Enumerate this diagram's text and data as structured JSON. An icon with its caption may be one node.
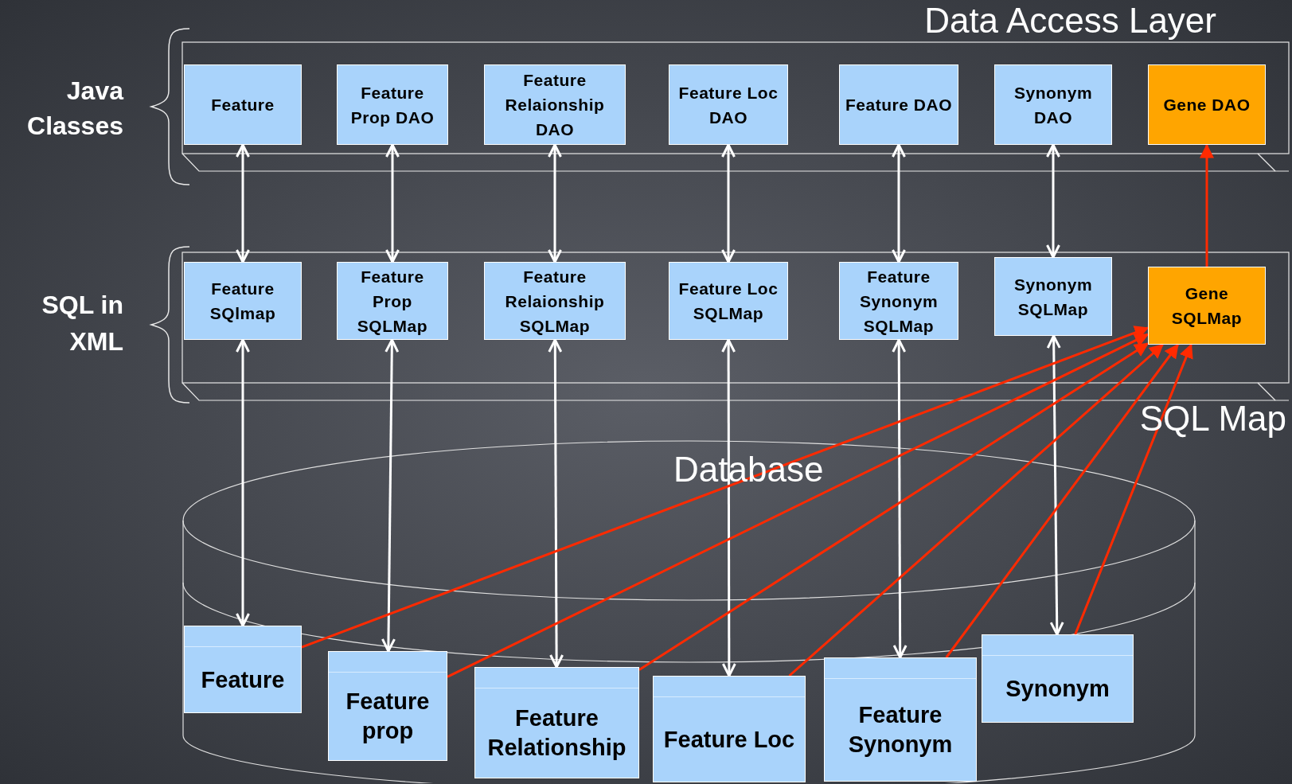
{
  "diagram": {
    "nodes": [
      {
        "text": [
          "Data Access Layer"
        ]
      },
      {
        "text": [
          "Feature"
        ],
        "in": 0
      },
      {
        "text": [
          "Feature Prop DAO"
        ],
        "in": 0
      },
      {
        "text": [
          "Feature Relaionship DAO"
        ],
        "in": 0
      },
      {
        "text": [
          "Feature Loc DAO"
        ],
        "in": 0
      },
      {
        "text": [
          "Feature DAO"
        ],
        "in": 0
      },
      {
        "text": [
          "Synonym DAO"
        ],
        "in": 0
      },
      {
        "text": [
          "Gene DAO"
        ],
        "in": 0
      },
      {
        "text": [
          "SQL Map"
        ]
      },
      {
        "text": [
          "Feature SQlmap"
        ],
        "in": 8
      },
      {
        "text": [
          "Feature Prop SQLMap"
        ],
        "in": 8
      },
      {
        "text": [
          "Feature Relaionship SQLMap"
        ],
        "in": 8
      },
      {
        "text": [
          "Feature Loc SQLMap"
        ],
        "in": 8
      },
      {
        "text": [
          "Feature Synonym SQLMap"
        ],
        "in": 8
      },
      {
        "text": [
          "Synonym SQLMap"
        ],
        "in": 8
      },
      {
        "text": [
          "Gene SQLMap"
        ],
        "in": 8
      },
      {
        "text": [
          "Database"
        ]
      },
      {
        "text": [
          "Feature"
        ],
        "in": 16
      },
      {
        "text": [
          "Feature prop"
        ],
        "in": 16
      },
      {
        "text": [
          "Feature Relationship"
        ],
        "in": 16
      },
      {
        "text": [
          "Feature Loc"
        ],
        "in": 16
      },
      {
        "text": [
          "Feature Synonym"
        ],
        "in": 16
      },
      {
        "text": [
          "Synonym"
        ],
        "in": 16
      }
    ],
    "edges": [
      {
        "from": 1,
        "to": 9,
        "arrow": "both"
      },
      {
        "from": 2,
        "to": 10,
        "arrow": "both"
      },
      {
        "from": 3,
        "to": 11,
        "arrow": "both"
      },
      {
        "from": 4,
        "to": 12,
        "arrow": "both"
      },
      {
        "from": 5,
        "to": 13,
        "arrow": "both"
      },
      {
        "from": 6,
        "to": 14,
        "arrow": "both"
      },
      {
        "from": 15,
        "to": 7,
        "arrow": "to",
        "color": "#ff2a00"
      },
      {
        "from": 9,
        "to": 17,
        "arrow": "both"
      },
      {
        "from": 10,
        "to": 18,
        "arrow": "both"
      },
      {
        "from": 11,
        "to": 19,
        "arrow": "both"
      },
      {
        "from": 12,
        "to": 20,
        "arrow": "both"
      },
      {
        "from": 13,
        "to": 21,
        "arrow": "both"
      },
      {
        "from": 14,
        "to": 22,
        "arrow": "both"
      },
      {
        "from": 17,
        "to": 15,
        "arrow": "to",
        "color": "#ff2a00"
      },
      {
        "from": 18,
        "to": 15,
        "arrow": "to",
        "color": "#ff2a00"
      },
      {
        "from": 19,
        "to": 15,
        "arrow": "to",
        "color": "#ff2a00"
      },
      {
        "from": 20,
        "to": 15,
        "arrow": "to",
        "color": "#ff2a00"
      },
      {
        "from": 21,
        "to": 15,
        "arrow": "to",
        "color": "#ff2a00"
      },
      {
        "from": 22,
        "to": 15,
        "arrow": "to",
        "color": "#ff2a00"
      }
    ],
    "labels": [
      "Java Classes",
      "SQL in XML"
    ]
  }
}
